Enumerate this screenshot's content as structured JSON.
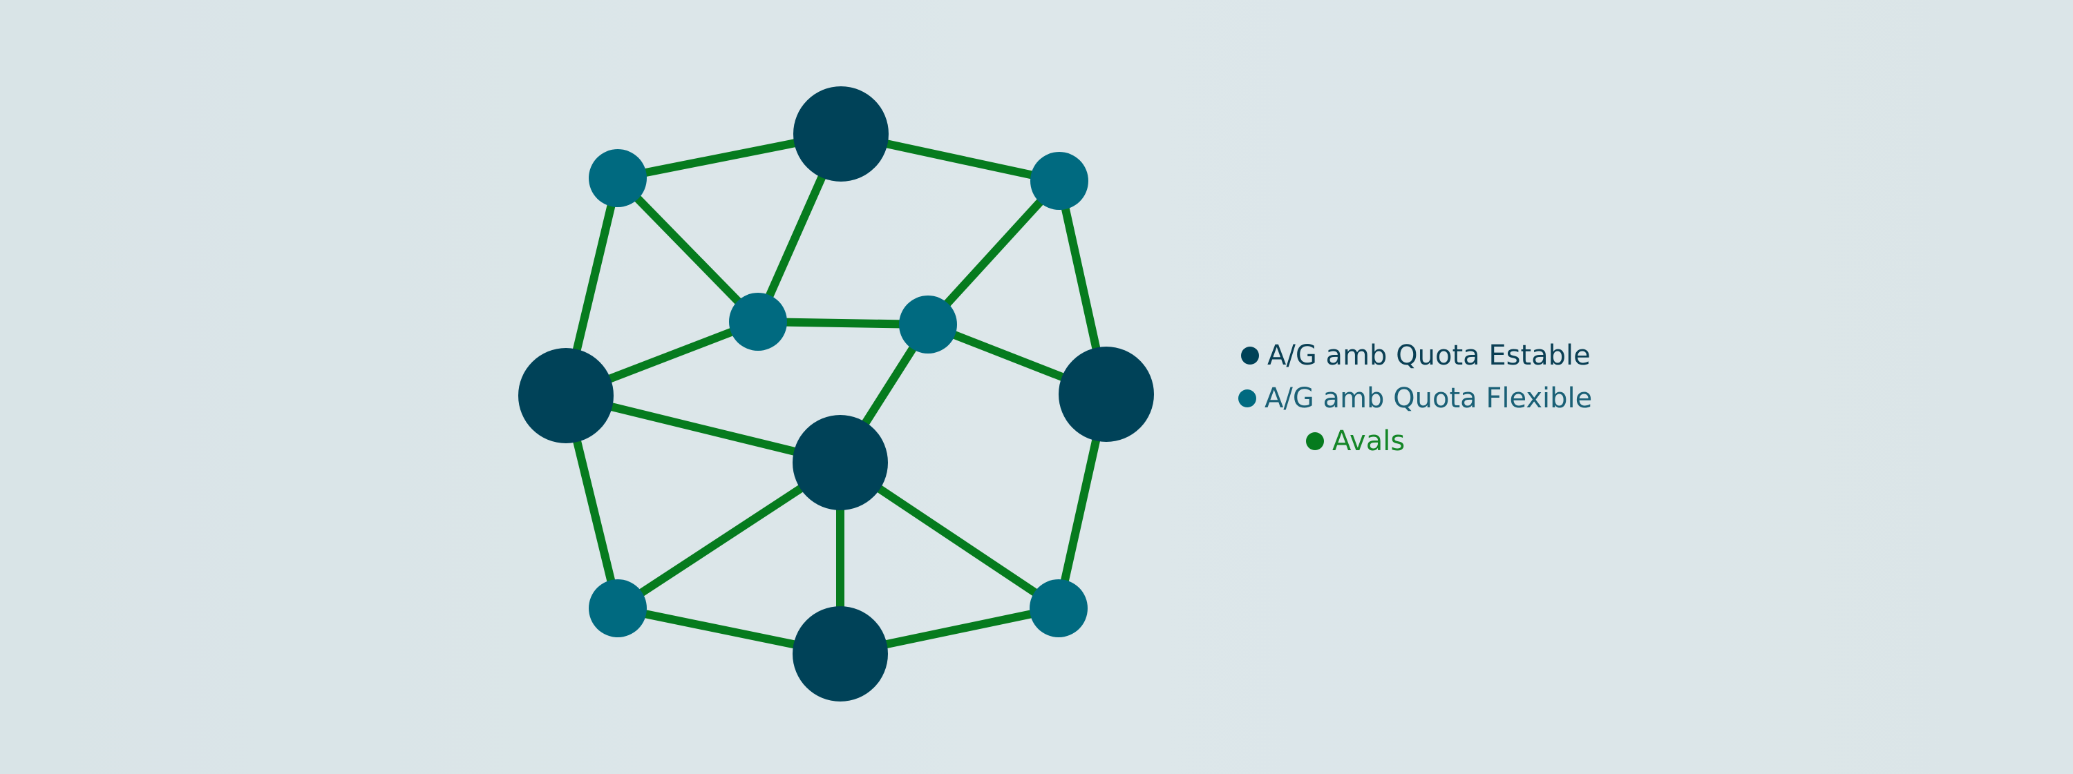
{
  "colors": {
    "background": "#dbe5e8",
    "fixed_node": "#004258",
    "flexible_node": "#006a80",
    "edge": "#067b1e"
  },
  "legend": {
    "fixed": {
      "label": "A/G amb Quota Estable",
      "color": "#004258",
      "text_color": "#0a3f54"
    },
    "flexible": {
      "label": "A/G amb Quota Flexible",
      "color": "#006a80",
      "text_color": "#1a6076"
    },
    "guarantees": {
      "label": "Avals",
      "color": "#067b1e",
      "text_color": "#148627"
    }
  }
}
